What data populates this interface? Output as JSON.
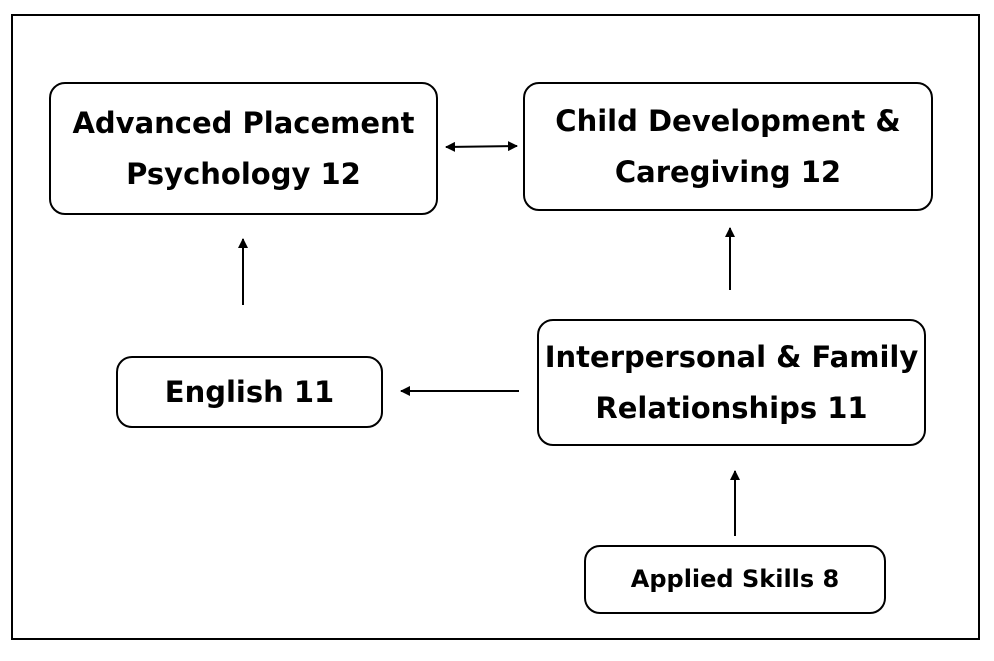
{
  "nodes": {
    "ap_psych": "Advanced Placement\nPsychology 12",
    "child_dev": "Child Development &\nCaregiving 12",
    "interpersonal": "Interpersonal & Family\nRelationships 11",
    "english": "English 11",
    "applied_skills": "Applied Skills 8"
  }
}
